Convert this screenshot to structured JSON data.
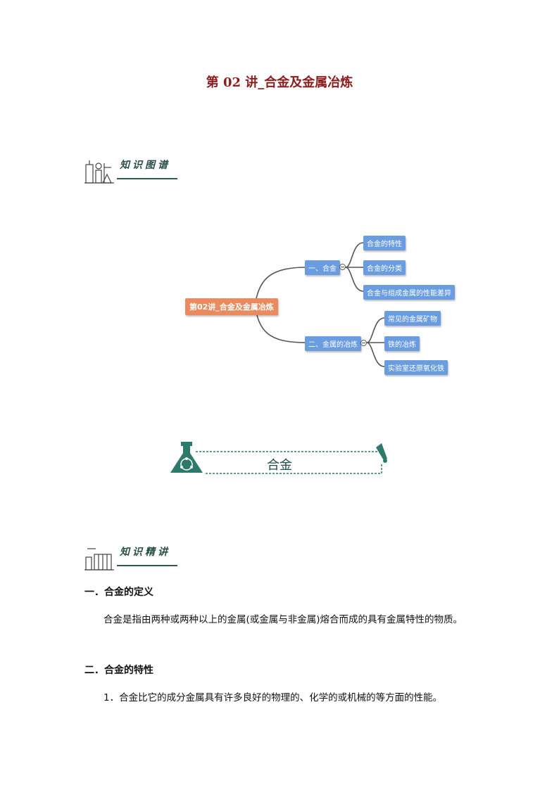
{
  "title": "第 02 讲_合金及金属冶炼",
  "section1": {
    "label": "知识图谱"
  },
  "mindmap": {
    "root": "第02讲_合金及金属冶炼",
    "branch1": {
      "label": "一、合金",
      "children": [
        "合金的特性",
        "合金的分类",
        "合金与组成金属的性能差异"
      ]
    },
    "branch2": {
      "label": "二、金属的冶炼",
      "children": [
        "常见的金属矿物",
        "铁的冶炼",
        "实验室还原氧化铁"
      ]
    },
    "colors": {
      "root": "#ea8a5f",
      "node": "#6a9de0",
      "line": "#555555"
    }
  },
  "banner": {
    "text": "合金",
    "color": "#2e7a6a"
  },
  "section2": {
    "label": "知识精讲"
  },
  "content": {
    "h1": "一．合金的定义",
    "p1": "合金是指由两种或两种以上的金属(或金属与非金属)熔合而成的具有金属特性的物质。",
    "h2": "二．合金的特性",
    "p2": "1．合金比它的成分金属具有许多良好的物理的、化学的或机械的等方面的性能。"
  }
}
